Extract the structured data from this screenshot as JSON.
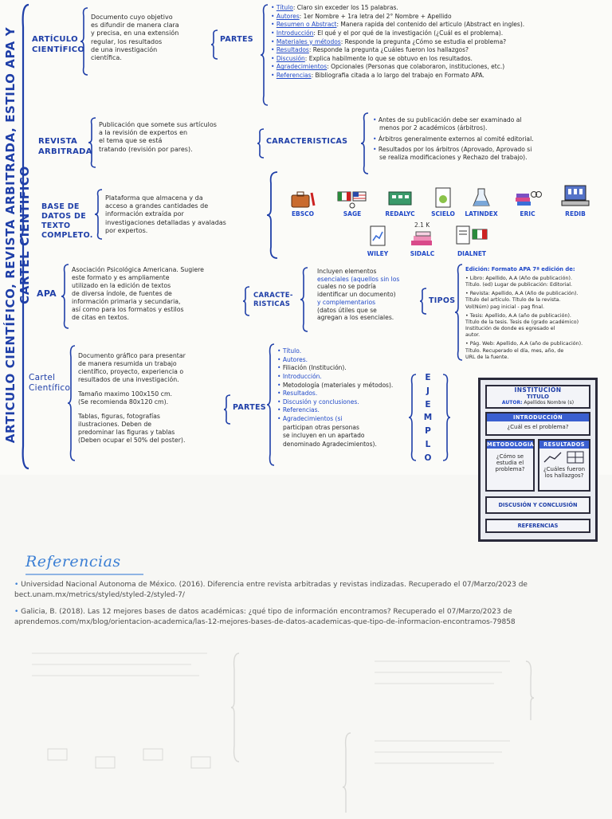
{
  "vertical_title": "ARTICULO CIENTÍFICO, REVISTA ARBITRADA, ESTILO APA Y CARTEL CIENTIFICO",
  "articulo": {
    "title_l1": "ARTÍCULO",
    "title_l2": "CIENTÍFICO",
    "desc": [
      "Documento cuyo objetivo",
      "es difundir de manera clara",
      "y precisa, en una extensión",
      "regular, los resultados",
      "de una investigación",
      "científica."
    ],
    "label": "PARTES",
    "parts": [
      {
        "k": "Título",
        "v": ": Claro sin exceder los 15 palabras."
      },
      {
        "k": "Autores",
        "v": ": 1er Nombre + 1ra letra del 2° Nombre + Apellido"
      },
      {
        "k": "Resumen o Abstract",
        "v": ": Manera rapida del contenido del articulo (Abstract en ingles)."
      },
      {
        "k": "Introducción",
        "v": ": El qué y el por qué de la investigación (¿Cuál es el problema)."
      },
      {
        "k": "Materiales y métodos",
        "v": ": Responde la pregunta ¿Cómo se estudia el problema?"
      },
      {
        "k": "Resultados",
        "v": ": Responde la pregunta ¿Cuáles fueron los hallazgos?"
      },
      {
        "k": "Discusión",
        "v": ": Explica habilmente lo que se obtuvo en los resultados."
      },
      {
        "k": "Agradecimientos",
        "v": ": Opcionales (Personas que colaboraron, instituciones, etc.)"
      },
      {
        "k": "Referencias",
        "v": ": Bibliografia citada a lo largo del trabajo en Formato APA."
      }
    ]
  },
  "revista": {
    "title_l1": "REVISTA",
    "title_l2": "ARBITRADA",
    "desc": [
      "Publicación que somete sus artículos",
      "a la revisión de expertos en",
      "el tema que se está",
      "tratando (revisión por pares)."
    ],
    "label": "CARACTERISTICAS",
    "items": [
      [
        "Antes de su publicación debe ser examinado al",
        "menos por 2 académicos (árbitros)."
      ],
      [
        "Árbitros generalmente externos al comité editorial."
      ],
      [
        "Resultados por los árbitros (Aprovado, Aprovado si",
        "se realiza modificaciones y Rechazo del trabajo)."
      ]
    ]
  },
  "base": {
    "title_l1": "BASE DE",
    "title_l2": "DATOS DE",
    "title_l3": "TEXTO",
    "title_l4": "COMPLETO.",
    "desc": [
      "Plataforma que almacena y da",
      "acceso a grandes cantidades de",
      "información extraída por",
      "investigaciones detalladas y avaladas",
      "por expertos."
    ],
    "databases": [
      "EBSCO",
      "SAGE",
      "REDALYC",
      "SCIELO",
      "LATINDEX",
      "ERIC",
      "REDIB",
      "WILEY",
      "SIDALC",
      "DIALNET"
    ],
    "count_note": "2.1 K"
  },
  "apa": {
    "title": "APA",
    "desc": [
      "Asociación Psicológica Americana. Sugiere",
      "este formato y es ampliamente",
      "utilizado en la edición de textos",
      "de diversa índole, de fuentes de",
      "información primaria y secundaria,",
      "así como para los formatos y estilos",
      "de citas en textos."
    ],
    "label_l1": "CARACTE-",
    "label_l2": "RISTICAS",
    "caract": [
      "Incluyen elementos",
      "esenciales (aquellos sin los",
      "cuales no se podría",
      "identificar un documento)",
      "y complementarios",
      "(datos útiles que se",
      "agregan a los esenciales."
    ],
    "tipos_label": "TIPOS",
    "tipos_header": "Edición: Formato APA 7ª edición de:",
    "tipos": [
      [
        "• Libro: Apellido, A.A (Año de publicación).",
        "Título. (ed) Lugar de publicación: Editorial."
      ],
      [
        "• Revista: Apellido, A.A (Año de publicación).",
        "Título del artículo. Título de la revista.",
        "Vol(Núm) pag inicial - pag final."
      ],
      [
        "• Tesis: Apellido, A.A (año de publicación).",
        "Título de la tesis. Tesis de (grado académico)",
        "Institución de donde es egresado el",
        "autor."
      ],
      [
        "• Pág. Web: Apellido, A.A (año de publicación).",
        "Título. Recuperado el día, mes, año, de",
        "URL de la fuente."
      ]
    ]
  },
  "cartel": {
    "title_l1": "Cartel",
    "title_l2": "Científico",
    "desc1": [
      "Documento gráfico para presentar",
      "de manera resumida un trabajo",
      "científico, proyecto, experiencia o",
      "resultados de una investigación."
    ],
    "desc2": [
      "Tamaño maximo 100x150 cm.",
      "(Se recomienda 80x120 cm)."
    ],
    "desc3": [
      "Tablas, figuras, fotografías",
      "ilustraciones. Deben de",
      "predominar las figuras y tablas",
      "(Deben ocupar el 50% del poster)."
    ],
    "label": "PARTES",
    "parts": [
      "Título.",
      "Autores.",
      "Filiación (Institución).",
      "Introducción.",
      "Metodología (materiales y métodos).",
      "Resultados.",
      "Discusión y conclusiones.",
      "Referencias.",
      "Agradecimientos (si"
    ],
    "parts_tail": [
      "participan otras personas",
      "se incluyen en un apartado",
      "denominado Agradecimientos)."
    ],
    "ejemplo": [
      "E",
      "J",
      "E",
      "M",
      "P",
      "L",
      "O"
    ]
  },
  "poster": {
    "title": "INSTITUCIÓN",
    "subtitle": "TITULO",
    "author_prefix": "AUTOR:",
    "author": "Apellidos Nombre (s)",
    "intro_hdr": "INTRODUCCIÓN",
    "intro_txt": "¿Cuál es el problema?",
    "met_hdr": "METODOLOGIA",
    "met_txt": "¿Cómo se estudia el problema?",
    "res_hdr": "RESULTADOS",
    "res_txt": "¿Cuáles fueron los hallazgos?",
    "disc": "DISCUSIÓN Y CONCLUSIÓN",
    "refs": "REFERENCIAS"
  },
  "references": {
    "title": "Referencias",
    "items": [
      "Universidad Nacional Autonoma de México. (2016). Diferencia entre revista arbitradas y revistas indizadas. Recuperado el 07/Marzo/2023 de bect.unam.mx/metrics/styled/styled-2/styled-7/",
      "Galicia, B. (2018). Las 12 mejores bases de datos académicas: ¿qué tipo de información encontramos? Recuperado el 07/Marzo/2023 de aprendemos.com/mx/blog/orientacion-academica/las-12-mejores-bases-de-datos-academicas-que-tipo-de-informacion-encontramos-79858"
    ]
  },
  "colors": {
    "ink_blue": "#1f48c8",
    "heading_blue": "#1f3fa8",
    "ref_blue": "#3b7fd4",
    "paper": "#fbfbf8"
  }
}
